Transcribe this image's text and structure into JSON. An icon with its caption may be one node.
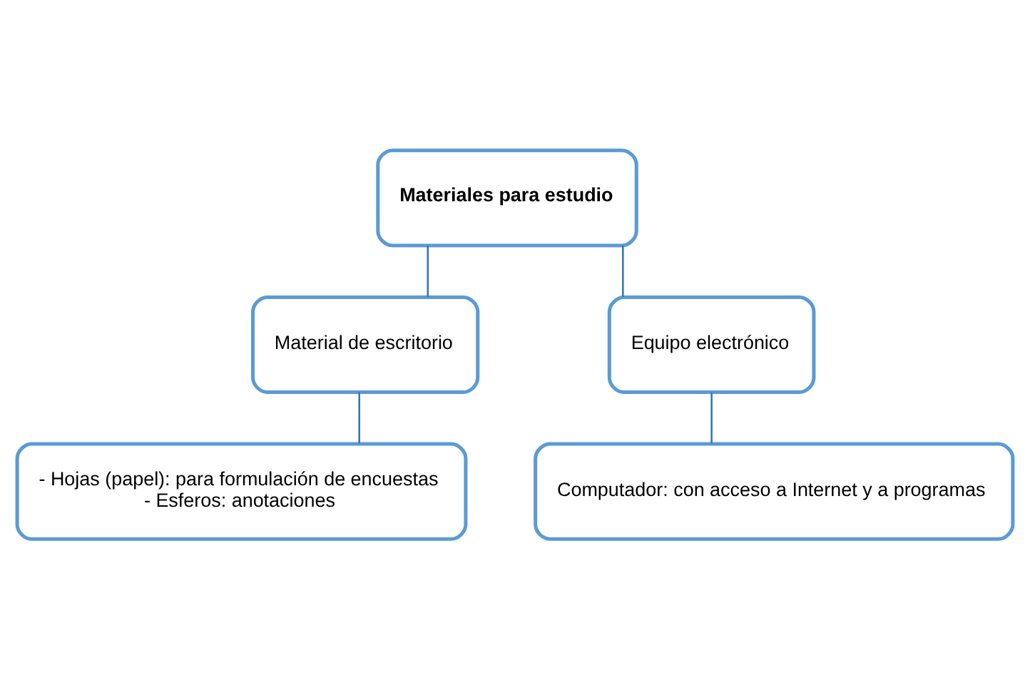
{
  "diagram": {
    "nodes": [
      {
        "text": [
          "Materiales para estudio"
        ]
      },
      {
        "text": [
          "Material de escritorio"
        ]
      },
      {
        "text": [
          "Equipo electrónico"
        ]
      },
      {
        "text": [
          "- Hojas (papel): para formulación de encuestas",
          "- Esferos: anotaciones"
        ]
      },
      {
        "text": [
          "Computador: con acceso a Internet y a programas"
        ]
      }
    ],
    "edges": [
      {
        "from": 0,
        "to": 1,
        "arrow": "none"
      },
      {
        "from": 0,
        "to": 2,
        "arrow": "none"
      },
      {
        "from": 1,
        "to": 3,
        "arrow": "none"
      },
      {
        "from": 2,
        "to": 4,
        "arrow": "none"
      }
    ]
  }
}
